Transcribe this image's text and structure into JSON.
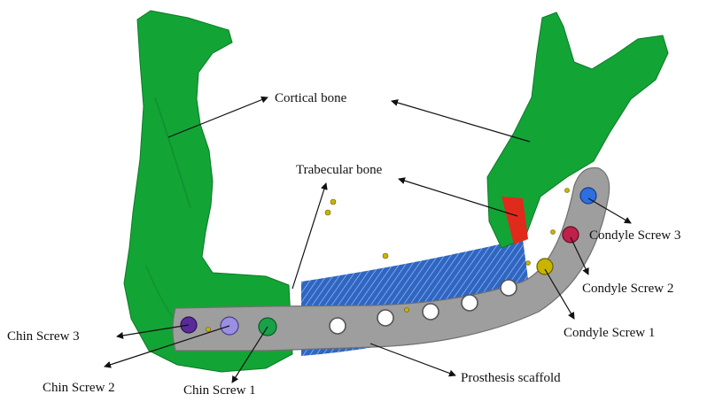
{
  "labels": {
    "cortical_bone": "Cortical bone",
    "trabecular_bone": "Trabecular bone",
    "condyle_screw_3": "Condyle Screw 3",
    "condyle_screw_2": "Condyle Screw 2",
    "condyle_screw_1": "Condyle Screw 1",
    "chin_screw_3": "Chin Screw 3",
    "chin_screw_2": "Chin Screw 2",
    "chin_screw_1": "Chin Screw 1",
    "prosthesis_scaffold": "Prosthesis scaffold"
  },
  "colors": {
    "cortical_bone": "#13a436",
    "trabecular_bone": "#e02a1c",
    "plate": "#9e9e9e",
    "scaffold": "#2f66c2",
    "chin_screw_3": "#5a2a9a",
    "chin_screw_2": "#9a8fe0",
    "chin_screw_1": "#17a24a",
    "condyle_screw_3": "#2d6fe0",
    "condyle_screw_2": "#c0214a",
    "condyle_screw_1": "#c9b400"
  },
  "components": [
    "cortical-bone",
    "trabecular-bone",
    "fixation-plate",
    "prosthesis-scaffold",
    "screws"
  ]
}
